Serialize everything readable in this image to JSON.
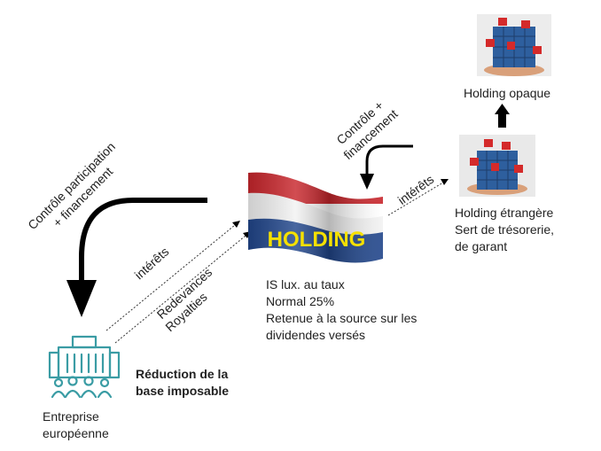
{
  "holding": {
    "flag_text": "HOLDING"
  },
  "holding_info": {
    "line1": "IS lux. au taux",
    "line2": "Normal 25%",
    "line3": "Retenue à la source sur les",
    "line4": "dividendes versés"
  },
  "left_arrow_label": {
    "line1": "Contrôle participation",
    "line2": "+ financement"
  },
  "right_arrow_label": {
    "line1": "Contrôle +",
    "line2": "financement"
  },
  "flows": {
    "interets_left": "intérêts",
    "redevances": "Redevances",
    "royalties": "Royalties",
    "interets_right": "intérêts"
  },
  "enterprise": {
    "line1": "Entreprise",
    "line2": "européenne",
    "icon": "office-building-people-icon"
  },
  "reduction": {
    "line1": "Réduction de la",
    "line2": "base imposable"
  },
  "foreign_holding": {
    "line1": "Holding étrangère",
    "line2": "Sert de trésorerie,",
    "line3": "de garant"
  },
  "opaque_holding": {
    "label": "Holding opaque"
  },
  "colors": {
    "flag_red": "#c8262c",
    "flag_white": "#f2f2f2",
    "flag_blue": "#21468b",
    "flag_text": "#f5e000",
    "icon_teal": "#3a9ca4",
    "cube_blue": "#2e5f9e",
    "cube_red": "#d42a2a"
  }
}
